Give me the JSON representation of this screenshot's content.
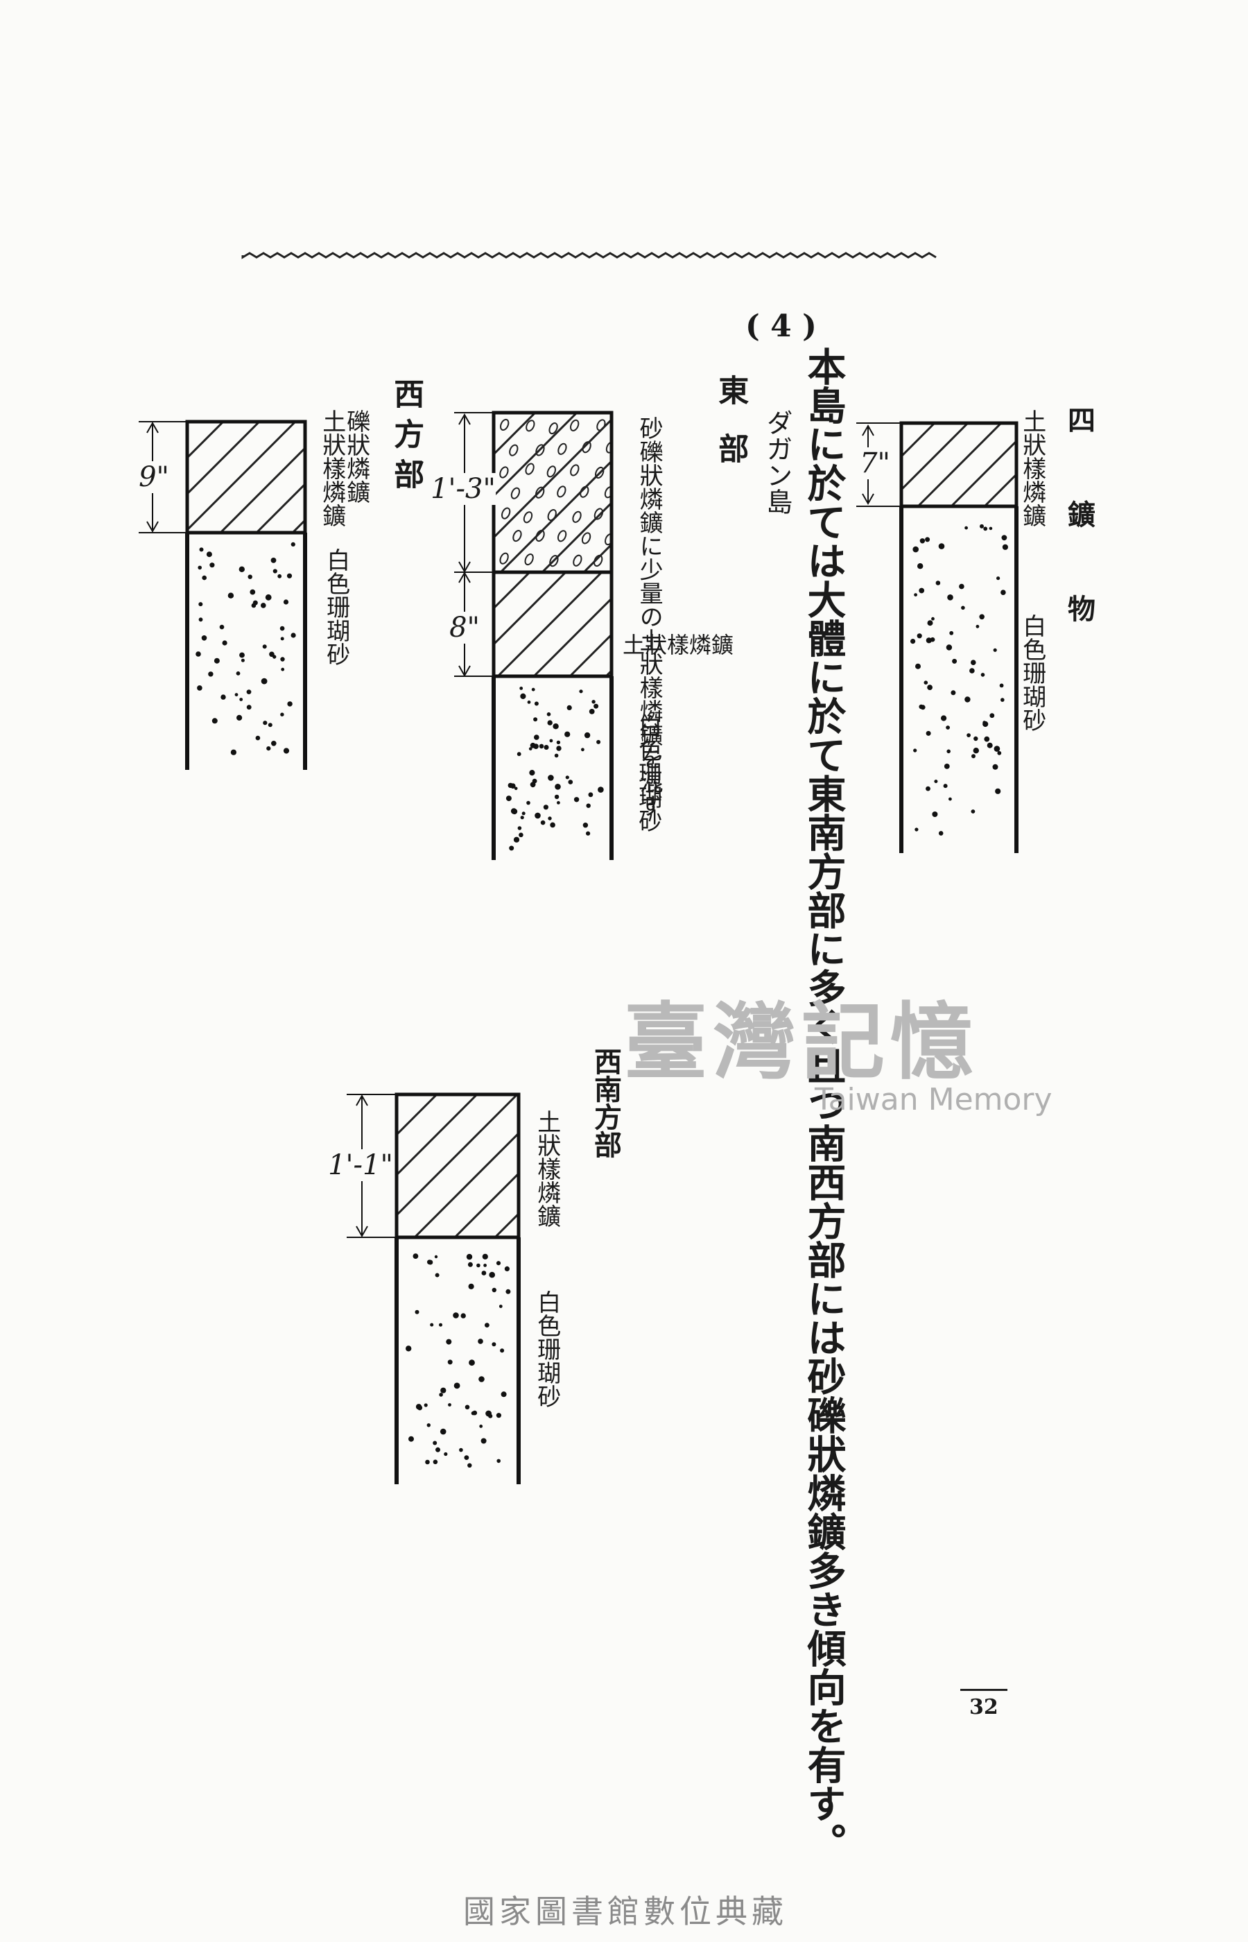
{
  "section_number": "( 4 )",
  "main_text": "本島に於ては大體に於て東南方部に多く且つ南西方部には砂礫狀燐鑛多き傾向を有す。",
  "heading": "四　鑛　物",
  "island": "ダガン島",
  "east_column": {
    "label": "東部",
    "layer1_label": "砂礫狀燐鑛に少量の土狀樣燐鑛を混ず",
    "layer1_depth": "1'-3\"",
    "layer2_label": "土狀樣燐鑛",
    "layer2_depth": "8\"",
    "base_label": "白色珊瑚砂"
  },
  "west_column": {
    "label": "西方部",
    "layer1_label_a": "礫狀燐鑛",
    "layer1_label_b": "土狀樣燐鑛",
    "layer1_depth": "9\"",
    "base_label": "白色珊瑚砂"
  },
  "right_column": {
    "layer1_label": "土狀樣燐鑛",
    "layer1_depth": "7\"",
    "base_label": "白色珊瑚砂"
  },
  "southwest_column": {
    "label": "西南方部",
    "layer1_label": "土狀樣燐鑛",
    "layer1_depth": "1'-1\"",
    "base_label": "白色珊瑚砂"
  },
  "watermark": {
    "main": "臺灣記憶",
    "sub": "Taiwan Memory"
  },
  "page_number": "32",
  "footer": "國家圖書館數位典藏"
}
